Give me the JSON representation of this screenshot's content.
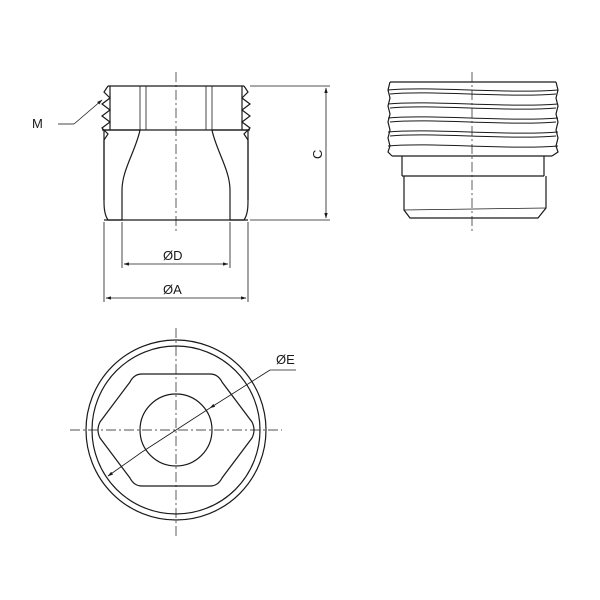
{
  "labels": {
    "thread": "M",
    "height": "C",
    "bore_diameter": "ØD",
    "outer_diameter": "ØA",
    "hex_diameter": "ØE"
  },
  "colors": {
    "line": "#1a1a1a",
    "background": "#ffffff"
  }
}
